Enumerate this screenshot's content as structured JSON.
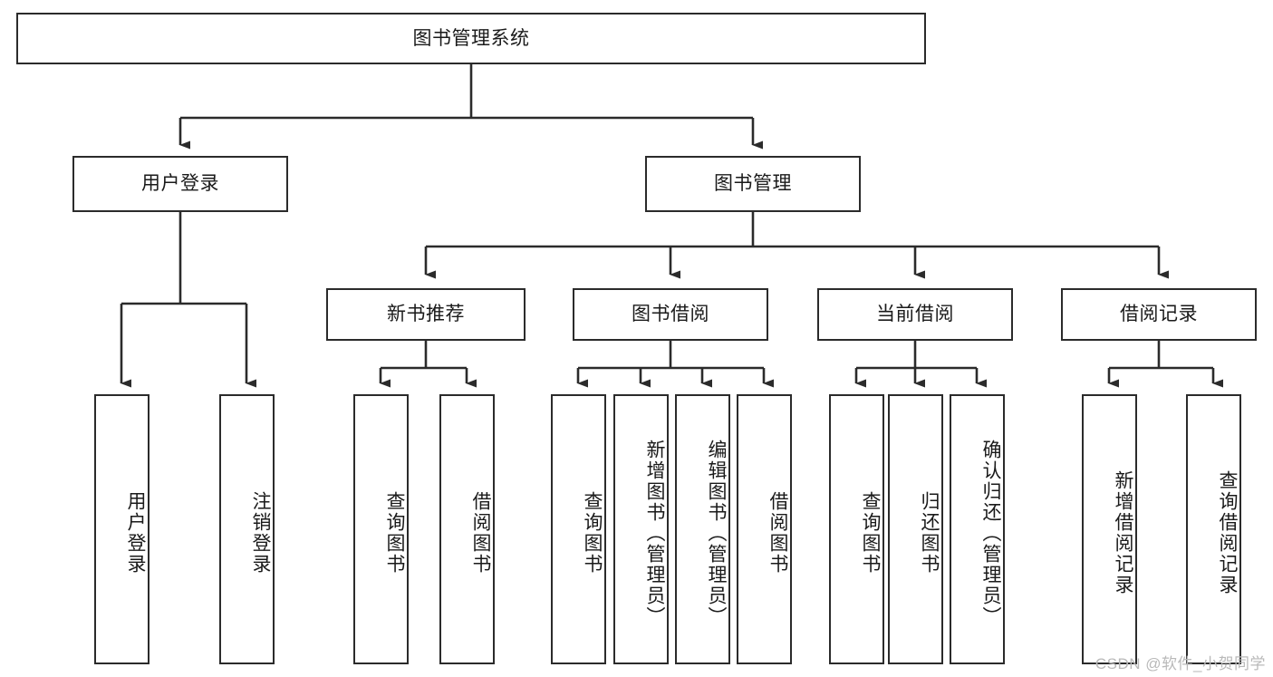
{
  "diagram": {
    "type": "tree",
    "title": "图书管理系统",
    "watermark": "CSDN @软件_小贺同学",
    "colors": {
      "stroke": "#2b2b2b",
      "fill": "#ffffff",
      "text": "#1a1a1a",
      "watermark": "#b9b9b9"
    },
    "root": {
      "label": "图书管理系统"
    },
    "level2": [
      {
        "label": "用户登录"
      },
      {
        "label": "图书管理"
      }
    ],
    "level3": [
      {
        "label": "新书推荐"
      },
      {
        "label": "图书借阅"
      },
      {
        "label": "当前借阅"
      },
      {
        "label": "借阅记录"
      }
    ],
    "leaves": {
      "user_login": [
        {
          "label": "用户登录"
        },
        {
          "label": "注销登录"
        }
      ],
      "new_book_recommend": [
        {
          "label": "查询图书"
        },
        {
          "label": "借阅图书"
        }
      ],
      "book_borrow": [
        {
          "label": "查询图书"
        },
        {
          "label": "新增图书（管理员）"
        },
        {
          "label": "编辑图书（管理员）"
        },
        {
          "label": "借阅图书"
        }
      ],
      "current_borrow": [
        {
          "label": "查询图书"
        },
        {
          "label": "归还图书"
        },
        {
          "label": "确认归还（管理员）"
        }
      ],
      "borrow_record": [
        {
          "label": "新增借阅记录"
        },
        {
          "label": "查询借阅记录"
        }
      ]
    }
  }
}
